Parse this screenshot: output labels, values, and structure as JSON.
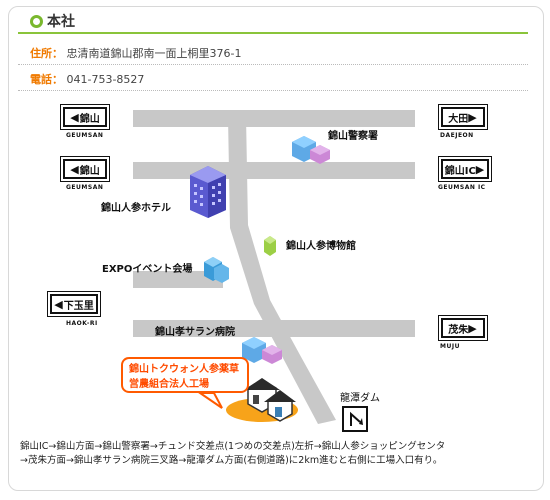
{
  "header": {
    "title": "本社"
  },
  "info": {
    "address_label": "住所：",
    "address": "忠清南道錦山郡南一面上桐里376-1",
    "phone_label": "電話：",
    "phone": "041-753-8527"
  },
  "map": {
    "signs": [
      {
        "id": "geumsan-top",
        "label": "錦山",
        "sub": "GEUMSAN",
        "arrow": "left"
      },
      {
        "id": "daejeon",
        "label": "大田",
        "sub": "DAEJEON",
        "arrow": "right"
      },
      {
        "id": "geumsan-mid",
        "label": "錦山",
        "sub": "GEUMSAN",
        "arrow": "left"
      },
      {
        "id": "geumsan-ic",
        "label": "錦山IC",
        "sub": "GEUMSAN IC",
        "arrow": "right"
      },
      {
        "id": "hagori",
        "label": "下玉里",
        "sub": "HAOK-RI",
        "arrow": "left"
      },
      {
        "id": "muju",
        "label": "茂朱",
        "sub": "MUJU",
        "arrow": "right"
      }
    ],
    "landmarks": {
      "police": "錦山警察署",
      "hotel": "錦山人参ホテル",
      "museum": "錦山人参博物館",
      "expo": "EXPOイベント会場",
      "hospital": "錦山孝サラン病院",
      "dam": "龍潭ダム"
    },
    "callout_line1": "錦山トクウォン人参薬草",
    "callout_line2": "営農組合法人工場"
  },
  "footer": {
    "line1": "錦山IC→錦山方面→錦山警察署→チュンド交差点(1つめの交差点)左折→錦山人参ショッピングセンタ",
    "line2": "→茂朱方面→錦山孝サラン病院三叉路→龍潭ダム方面(右側道路)に2km進むと右側に工場入口有り。"
  },
  "colors": {
    "road": "#c8c8c8",
    "accent_green": "#8ac43a",
    "label_orange": "#f07a00",
    "callout": "#ff4b00"
  }
}
